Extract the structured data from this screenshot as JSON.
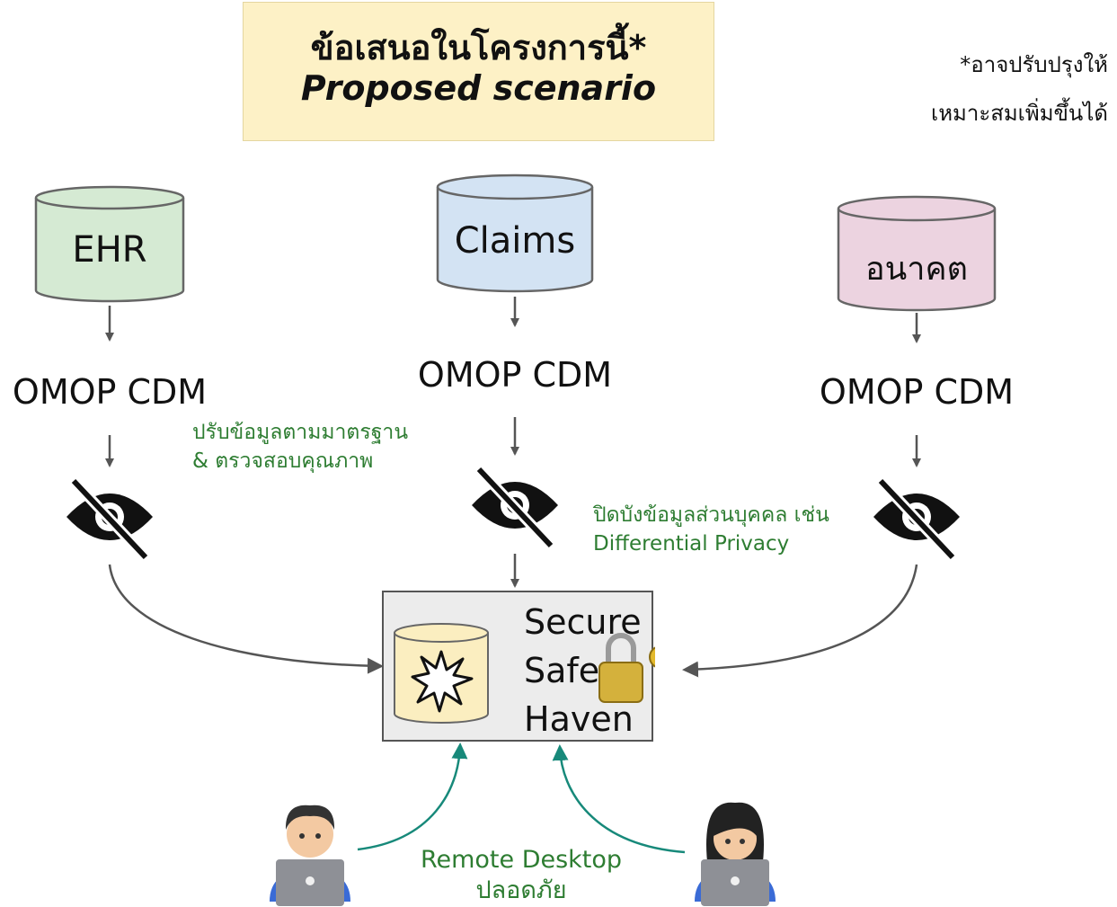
{
  "title": {
    "thai": "ข้อเสนอในโครงการนี้*",
    "english": "Proposed scenario"
  },
  "note": {
    "line1": "*อาจปรับปรุงให้",
    "line2": "เหมาะสมเพิ่มขึ้นได้"
  },
  "sources": [
    {
      "label": "EHR",
      "fill": "#d5ead3"
    },
    {
      "label": "Claims",
      "fill": "#d3e3f3"
    },
    {
      "label": "อนาคต",
      "fill": "#ecd3e0"
    }
  ],
  "omop_label": "OMOP CDM",
  "annotations": {
    "standardize_line1": "ปรับข้อมูลตามมาตรฐาน",
    "standardize_line2": "& ตรวจสอบคุณภาพ",
    "privacy_line1": "ปิดบังข้อมูลส่วนบุคคล เช่น",
    "privacy_line2": "Differential Privacy",
    "remote_line1": "Remote Desktop",
    "remote_line2": "ปลอดภัย"
  },
  "safe_haven": {
    "line1": "Secure",
    "line2": "Safe",
    "line3": "Haven"
  },
  "colors": {
    "annotation_green": "#2e7d32",
    "access_arrow_teal": "#17897a",
    "flow_gray": "#555555"
  },
  "icons": [
    "privacy-eye-slash-icon",
    "starburst-icon",
    "padlock-key-icon",
    "male-user-laptop-icon",
    "female-user-laptop-icon"
  ]
}
